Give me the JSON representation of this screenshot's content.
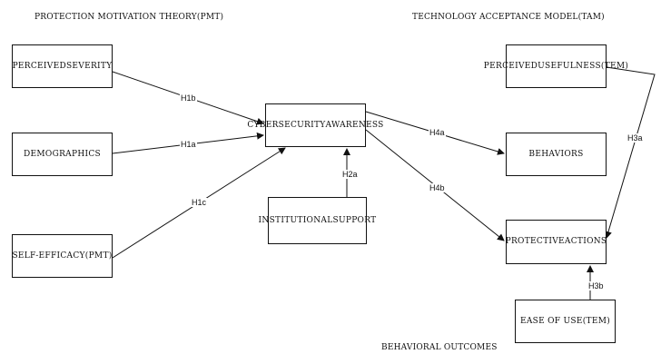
{
  "headings": {
    "pmt": "PROTECTION MOTIVATION THEORY(PMT)",
    "tam": "TECHNOLOGY ACCEPTANCE MODEL(TAM)",
    "outcomes": "BEHAVIORAL OUTCOMES"
  },
  "nodes": {
    "perceived_severity": {
      "lines": [
        "PERCEIVED",
        "SEVERITY"
      ]
    },
    "demographics": {
      "lines": [
        "DEMOGRAPHICS"
      ]
    },
    "self_efficacy": {
      "lines": [
        "SELF-",
        "EFFICACY(PMT)"
      ]
    },
    "cybersecurity_awareness": {
      "lines": [
        "CYBERSECURITY",
        "AWARENESS"
      ]
    },
    "institutional_support": {
      "lines": [
        "INSTITUTIONAL",
        "SUPPORT"
      ]
    },
    "perceived_usefulness": {
      "lines": [
        "PERCEIVED",
        "USEFULNESS(TEM)"
      ]
    },
    "behaviors": {
      "lines": [
        "BEHAVIORS"
      ]
    },
    "protective_actions": {
      "lines": [
        "PROTECTIVE",
        "ACTIONS"
      ]
    },
    "ease_of_use": {
      "lines": [
        "EASE OF USE(TEM)"
      ]
    }
  },
  "edges": [
    {
      "from": "perceived_severity",
      "to": "cybersecurity_awareness",
      "label": "H1b"
    },
    {
      "from": "demographics",
      "to": "cybersecurity_awareness",
      "label": "H1a"
    },
    {
      "from": "self_efficacy",
      "to": "cybersecurity_awareness",
      "label": "H1c"
    },
    {
      "from": "institutional_support",
      "to": "cybersecurity_awareness",
      "label": "H2a"
    },
    {
      "from": "cybersecurity_awareness",
      "to": "behaviors",
      "label": "H4a"
    },
    {
      "from": "cybersecurity_awareness",
      "to": "protective_actions",
      "label": "H4b"
    },
    {
      "from": "perceived_usefulness",
      "to": "protective_actions",
      "label": "H3a"
    },
    {
      "from": "ease_of_use",
      "to": "protective_actions",
      "label": "H3b"
    }
  ]
}
